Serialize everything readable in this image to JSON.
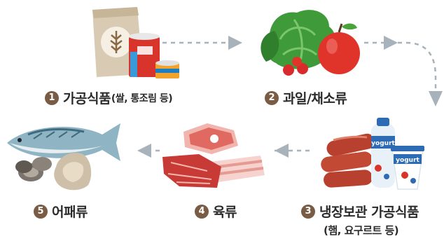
{
  "steps": [
    {
      "number": "1",
      "title": "가공식품",
      "note": "(쌀, 통조림 등)"
    },
    {
      "number": "2",
      "title": "과일/채소류",
      "note": ""
    },
    {
      "number": "3",
      "title": "냉장보관 가공식품",
      "note": "(햄, 요구르트 등)"
    },
    {
      "number": "4",
      "title": "육류",
      "note": ""
    },
    {
      "number": "5",
      "title": "어패류",
      "note": ""
    }
  ],
  "product_text": {
    "yogurt_label": "yogurt"
  },
  "colors": {
    "number_badge": "#7a5c45",
    "arrow": "#a8b2ba",
    "label_text": "#2b2b2b"
  }
}
